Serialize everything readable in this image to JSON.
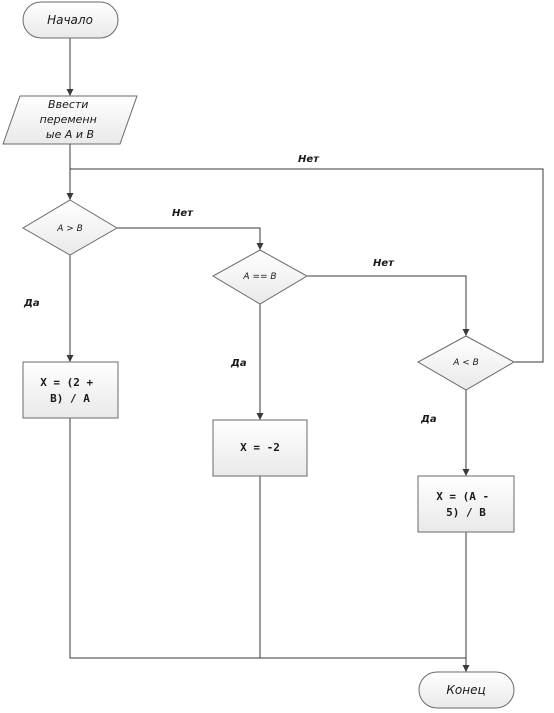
{
  "nodes": {
    "start": "Начало",
    "input": [
      "Ввести",
      "переменн",
      "ые A и B"
    ],
    "cond1": "A > B",
    "cond2": "A == B",
    "cond3": "A < B",
    "proc1": [
      "X = (2 +",
      "B) / A"
    ],
    "proc2": "X = -2",
    "proc3": [
      "X = (A -",
      "5) / B"
    ],
    "end": "Конец"
  },
  "labels": {
    "no_top": "Нет",
    "no1": "Нет",
    "no2": "Нет",
    "yes1": "Да",
    "yes2": "Да",
    "yes3": "Да"
  }
}
